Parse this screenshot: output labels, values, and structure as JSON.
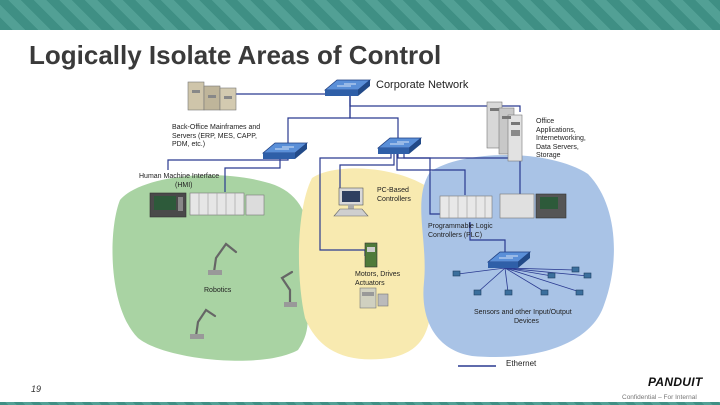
{
  "title": "Logically Isolate Areas of Control",
  "labels": {
    "corporate_network": "Corporate Network",
    "back_office": [
      "Back-Office Mainframes and",
      "Servers (ERP, MES, CAPP,",
      "PDM, etc.)"
    ],
    "office_apps": [
      "Office",
      "Applications,",
      "Internetworking,",
      "Data Servers,",
      "Storage"
    ],
    "hmi": [
      "Human Machine Interface",
      "(HMI)"
    ],
    "pc_controllers": [
      "PC-Based",
      "Controllers"
    ],
    "plc": [
      "Programmable Logic",
      "Controllers (PLC)"
    ],
    "motors": [
      "Motors, Drives",
      "Actuators"
    ],
    "robotics": "Robotics",
    "sensors": [
      "Sensors and other Input/Output",
      "Devices"
    ],
    "ethernet": "Ethernet"
  },
  "footer": {
    "slide_number": "19",
    "logo": "PANDUIT",
    "confidential": "Confidential – For Internal"
  },
  "colors": {
    "band": "#3f8f84",
    "green_zone": "#a9d3a3",
    "yellow_zone": "#f8eab0",
    "blue_zone": "#a9c3e6",
    "network_line": "#2a3a90"
  }
}
